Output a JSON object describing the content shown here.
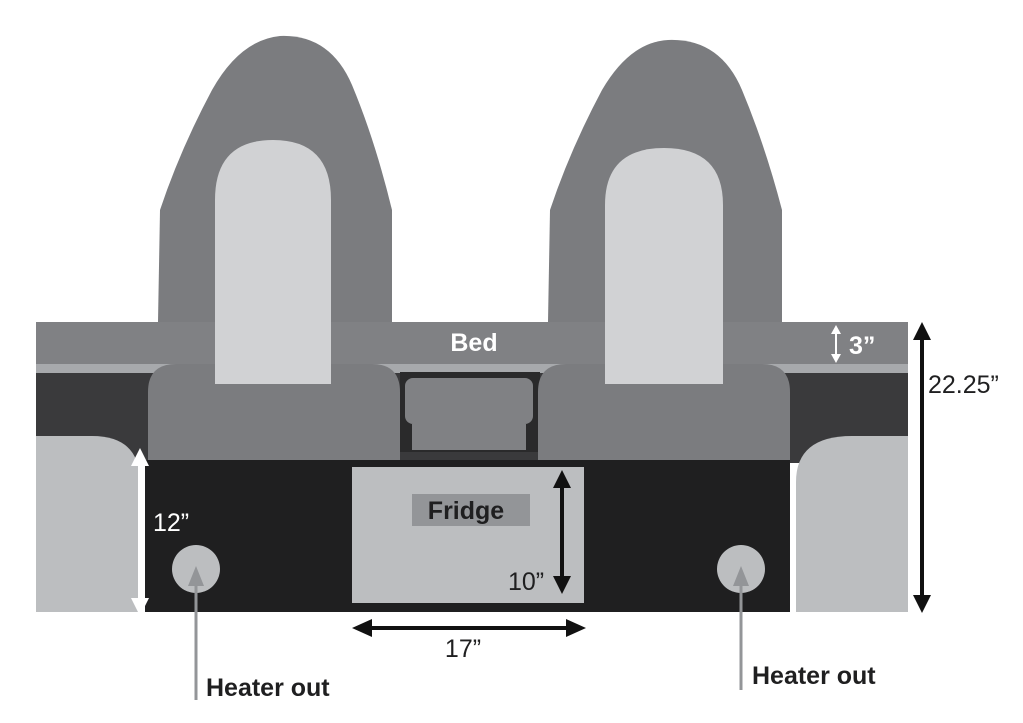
{
  "labels": {
    "bed": "Bed",
    "fridge": "Fridge",
    "heater_left": "Heater out",
    "heater_right": "Heater out"
  },
  "dimensions": {
    "bed_thickness": "3”",
    "total_height": "22.25”",
    "floor_to_shelf": "12”",
    "fridge_height": "10”",
    "fridge_width": "17”"
  },
  "colors": {
    "bed": "#808184",
    "bed_strip": "#a7a9ac",
    "seat_dark": "#7b7c7f",
    "seat_light": "#d1d2d4",
    "cabinet": "#3a3a3c",
    "floor_box": "#1f1f20",
    "side_panel": "#bcbec0",
    "fridge": "#bcbec0",
    "arrow": "#111111",
    "heater_circle": "#bcbec0"
  }
}
